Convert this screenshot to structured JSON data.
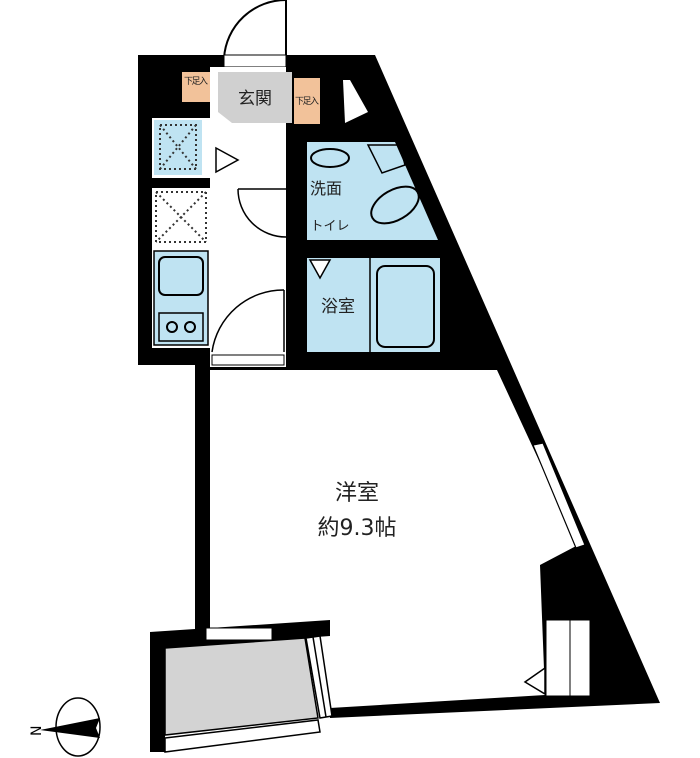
{
  "rooms": {
    "entrance": "玄関",
    "shoe_box_left": "下足入",
    "shoe_box_right": "下足入",
    "washroom": "洗面",
    "toilet": "トイレ",
    "bathroom": "浴室",
    "western_room": "洋室",
    "western_room_size": "約9.3帖"
  },
  "compass": {
    "label": "N"
  },
  "colors": {
    "wall": "#000000",
    "wet_area": "#bfe3f2",
    "entrance": "#d0d0d0",
    "shoe_box": "#f2c29a",
    "balcony": "#d3d3d3"
  }
}
